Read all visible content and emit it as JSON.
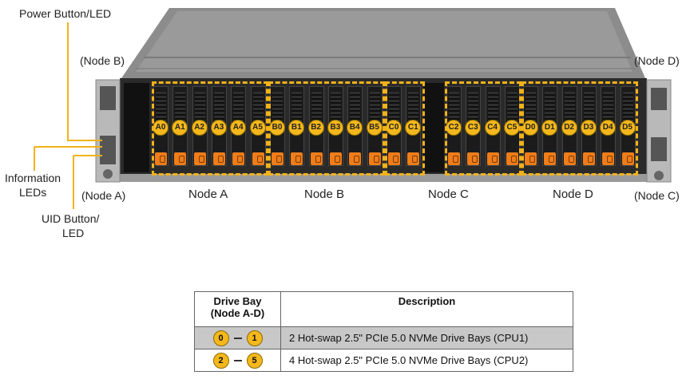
{
  "callouts": {
    "power_button": "Power Button/LED",
    "information_leds_1": "Information",
    "information_leds_2": "LEDs",
    "uid_button_1": "UID Button/",
    "uid_button_2": "LED"
  },
  "corner_labels": {
    "node_b": "(Node B)",
    "node_d": "(Node D)",
    "node_a": "(Node A)",
    "node_c": "(Node C)"
  },
  "node_labels": [
    "Node A",
    "Node B",
    "Node C",
    "Node D"
  ],
  "bays": {
    "node_a": [
      "A0",
      "A1",
      "A2",
      "A3",
      "A4",
      "A5"
    ],
    "node_b": [
      "B0",
      "B1",
      "B2",
      "B3",
      "B4",
      "B5"
    ],
    "node_c": [
      "C0",
      "C1",
      "C2",
      "C3",
      "C4",
      "C5"
    ],
    "node_d": [
      "D0",
      "D1",
      "D2",
      "D3",
      "D4",
      "D5"
    ]
  },
  "colors": {
    "badge": "#f5b81c",
    "dash": "#f2b21a",
    "handle": "#ef7d1a"
  },
  "legend": {
    "header_col1_line1": "Drive Bay",
    "header_col1_line2": "(Node A-D)",
    "header_col2": "Description",
    "rows": [
      {
        "from": "0",
        "to": "1",
        "desc": "2 Hot-swap  2.5\" PCIe  5.0  NVMe  Drive  Bays (CPU1)",
        "bg": "#c8c8c8"
      },
      {
        "from": "2",
        "to": "5",
        "desc": "4 Hot-swap  2.5\" PCIe  5.0  NVMe  Drive  Bays (CPU2)",
        "bg": "#ffffff"
      }
    ]
  }
}
